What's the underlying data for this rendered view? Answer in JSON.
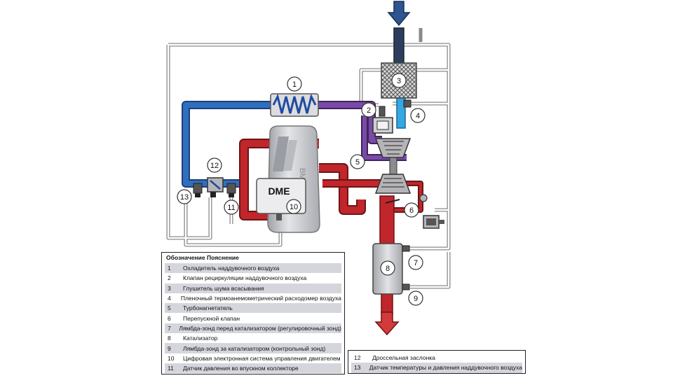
{
  "colors": {
    "charge_air_blue": "#2f6fc0",
    "hot_air_purple": "#7a4aa8",
    "exhaust_red": "#c0262b",
    "intake_dark": "#2d3e5c",
    "mass_air_cyan": "#35a8e0",
    "wiring_gray": "#9a9a9a",
    "component_gray": "#b5b5b8"
  },
  "icons": {
    "intake_arrow": "down-arrow-icon",
    "exhaust_arrow": "down-arrow-icon",
    "control_unit": "dme-unit-icon",
    "cooler_coil": "coil-icon"
  },
  "diagram": {
    "dme_label": "DME",
    "brand_mark": "BMW",
    "callouts": [
      "1",
      "2",
      "3",
      "4",
      "5",
      "6",
      "7",
      "8",
      "9",
      "10",
      "11",
      "12",
      "13"
    ]
  },
  "legend": {
    "header_num": "Обозначение",
    "header_desc": "Пояснение",
    "items": [
      {
        "num": "1",
        "text": "Охладитель наддувочного воздуха"
      },
      {
        "num": "2",
        "text": "Клапан рециркуляции наддувочного воздуха"
      },
      {
        "num": "3",
        "text": "Глушитель шума всасывания"
      },
      {
        "num": "4",
        "text": "Пленочный термоанемометрический расходомер воздуха"
      },
      {
        "num": "5",
        "text": "Турбонагнетатель"
      },
      {
        "num": "6",
        "text": "Перепускной клапан"
      },
      {
        "num": "7",
        "text": "Лямбда-зонд перед катализатором (регулировочный зонд)"
      },
      {
        "num": "8",
        "text": "Катализатор"
      },
      {
        "num": "9",
        "text": "Лямбда-зонд за катализатором (контрольный зонд)"
      },
      {
        "num": "10",
        "text": "Цифровая электронная система управления двигателем"
      },
      {
        "num": "11",
        "text": "Датчик давления во впускном коллекторе"
      }
    ],
    "side_items": [
      {
        "num": "12",
        "text": "Дроссельная заслонка"
      },
      {
        "num": "13",
        "text": "Датчик температуры и давления наддувочного воздуха"
      }
    ]
  }
}
